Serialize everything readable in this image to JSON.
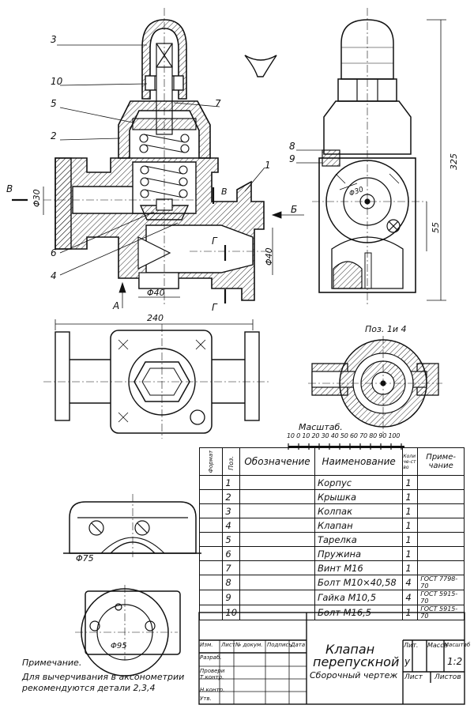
{
  "leaders": [
    "3",
    "10",
    "5",
    "2",
    "7",
    "6",
    "4",
    "1",
    "8",
    "9"
  ],
  "section_marks": {
    "b_left": "В",
    "b_right": "В",
    "arrow_b": "Б",
    "g_top": "Г",
    "g_bottom": "Г",
    "arrow_a": "А"
  },
  "dims": {
    "d30": "Φ30",
    "d40_side": "Φ40",
    "d40_bottom": "Φ40",
    "len240": "240",
    "h325": "325",
    "h55": "55",
    "d75": "Φ75",
    "d95": "Φ95",
    "d30_circle": "Φ30"
  },
  "view_caption": "Поз. 1и 4",
  "scale": {
    "label": "Масштаб.",
    "ticks": "10 0 10 20 30 40 50 60 70 80 90 100"
  },
  "spec": {
    "headers": {
      "format": "Формат",
      "pos": "Поз.",
      "designation": "Обозначение",
      "name": "Наименование",
      "qty": "Количе-ство",
      "note": "Приме-чание"
    },
    "rows": [
      {
        "pos": "1",
        "name": "Корпус",
        "qty": "1",
        "note": ""
      },
      {
        "pos": "2",
        "name": "Крышка",
        "qty": "1",
        "note": ""
      },
      {
        "pos": "3",
        "name": "Колпак",
        "qty": "1",
        "note": ""
      },
      {
        "pos": "4",
        "name": "Клапан",
        "qty": "1",
        "note": ""
      },
      {
        "pos": "5",
        "name": "Тарелка",
        "qty": "1",
        "note": ""
      },
      {
        "pos": "6",
        "name": "Пружина",
        "qty": "1",
        "note": ""
      },
      {
        "pos": "7",
        "name": "Винт М16",
        "qty": "1",
        "note": ""
      },
      {
        "pos": "8",
        "name": "Болт М10×40,58",
        "qty": "4",
        "note": "ГОСТ 7798-70"
      },
      {
        "pos": "9",
        "name": "Гайка М10,5",
        "qty": "4",
        "note": "ГОСТ 5915-70"
      },
      {
        "pos": "10",
        "name": "Болт М16,5",
        "qty": "1",
        "note": "ГОСТ 5915-70"
      }
    ]
  },
  "title_block": {
    "title_line1": "Клапан",
    "title_line2": "перепускной",
    "subtitle": "Сборочный чертеж",
    "lit": "Лит.",
    "mass": "Масса",
    "scale_label": "Масштаб",
    "lit_value": "у",
    "scale_value": "1:2",
    "sheet": "Лист",
    "sheets": "Листов",
    "rows": [
      "Изм.",
      "Разраб.",
      "Провери",
      "Т.контр.",
      "Н.контр.",
      "Утв."
    ],
    "cols": [
      "Лист",
      "№ докум.",
      "Подпись",
      "Дата"
    ]
  },
  "note": {
    "heading": "Примечание.",
    "line1": "Для вычерчивания в аксонометрии",
    "line2": "рекомендуются детали 2,3,4"
  }
}
